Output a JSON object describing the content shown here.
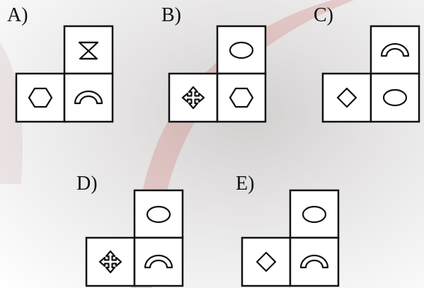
{
  "options": [
    {
      "label": "A)",
      "top_symbol": "hourglass-icon",
      "left_symbol": "hexagon-icon",
      "corner_symbol": "arch-icon"
    },
    {
      "label": "B)",
      "top_symbol": "ellipse-icon",
      "left_symbol": "four-way-arrow-icon",
      "corner_symbol": "hexagon-icon"
    },
    {
      "label": "C)",
      "top_symbol": "arch-icon",
      "left_symbol": "diamond-icon",
      "corner_symbol": "ellipse-icon"
    },
    {
      "label": "D)",
      "top_symbol": "ellipse-icon",
      "left_symbol": "four-way-arrow-icon",
      "corner_symbol": "arch-icon"
    },
    {
      "label": "E)",
      "top_symbol": "ellipse-icon",
      "left_symbol": "diamond-icon",
      "corner_symbol": "arch-icon"
    }
  ],
  "colors": {
    "line": "#111111",
    "cell_fill": "#ffffff",
    "watermark": "#c0392b"
  }
}
